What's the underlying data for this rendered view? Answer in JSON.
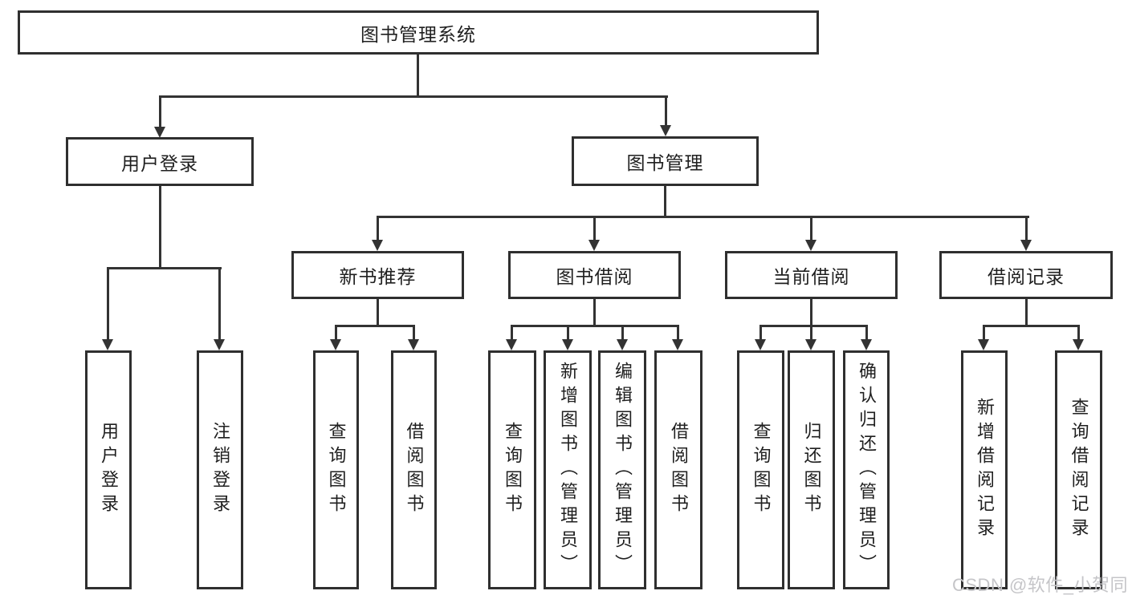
{
  "colors": {
    "background": "#ffffff",
    "line": "#333333",
    "box_border": "#2f2f2f",
    "text": "#1f1f1f",
    "watermark": "#c5c5c8"
  },
  "tree": {
    "root": "图书管理系统",
    "level2": [
      {
        "label": "用户登录",
        "children": [
          {
            "label": "用户登录"
          },
          {
            "label": "注销登录"
          }
        ]
      },
      {
        "label": "图书管理",
        "children": [
          {
            "label": "新书推荐",
            "children": [
              {
                "label": "查询图书"
              },
              {
                "label": "借阅图书"
              }
            ]
          },
          {
            "label": "图书借阅",
            "children": [
              {
                "label": "查询图书"
              },
              {
                "label": "新增图书（管理员）"
              },
              {
                "label": "编辑图书（管理员）"
              },
              {
                "label": "借阅图书"
              }
            ]
          },
          {
            "label": "当前借阅",
            "children": [
              {
                "label": "查询图书"
              },
              {
                "label": "归还图书"
              },
              {
                "label": "确认归还（管理员）"
              }
            ]
          },
          {
            "label": "借阅记录",
            "children": [
              {
                "label": "新增借阅记录"
              },
              {
                "label": "查询借阅记录"
              }
            ]
          }
        ]
      }
    ]
  },
  "watermark": {
    "text": "CSDN @软件_小贺同学"
  }
}
